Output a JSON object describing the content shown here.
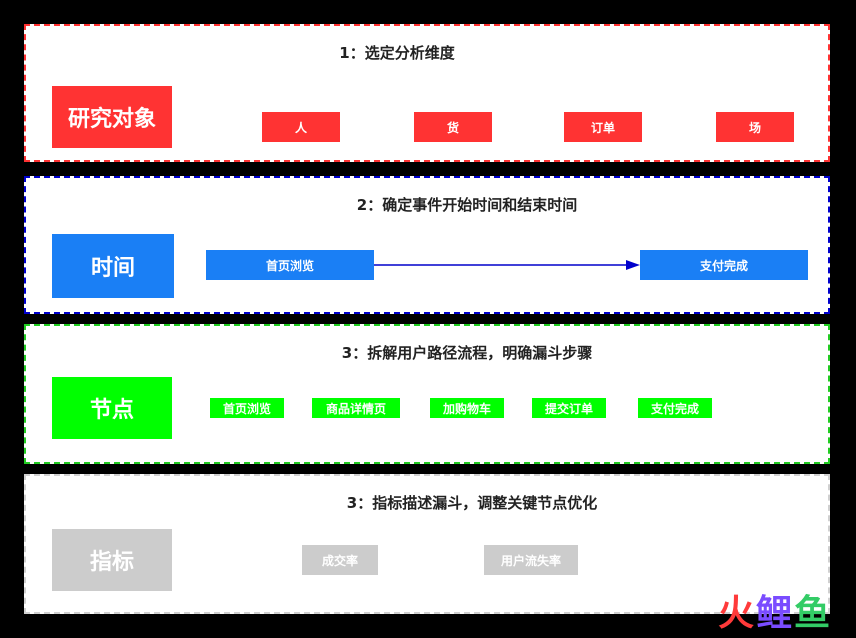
{
  "sections": [
    {
      "title": "1：选定分析维度",
      "category": "研究对象",
      "items": [
        "人",
        "货",
        "订单",
        "场"
      ]
    },
    {
      "title": "2：确定事件开始时间和结束时间",
      "category": "时间",
      "start": "首页浏览",
      "end": "支付完成"
    },
    {
      "title": "3：拆解用户路径流程，明确漏斗步骤",
      "category": "节点",
      "items": [
        "首页浏览",
        "商品详情页",
        "加购物车",
        "提交订单",
        "支付完成"
      ]
    },
    {
      "title": "3：指标描述漏斗，调整关键节点优化",
      "category": "指标",
      "items": [
        "成交率",
        "用户流失率"
      ]
    }
  ],
  "watermark": [
    "火",
    "鲤",
    "鱼"
  ],
  "colors": {
    "red": "#ff3333",
    "blue": "#1a7ff5",
    "green": "#00ff00",
    "gray": "#cccccc",
    "arrow": "#0000cc"
  }
}
